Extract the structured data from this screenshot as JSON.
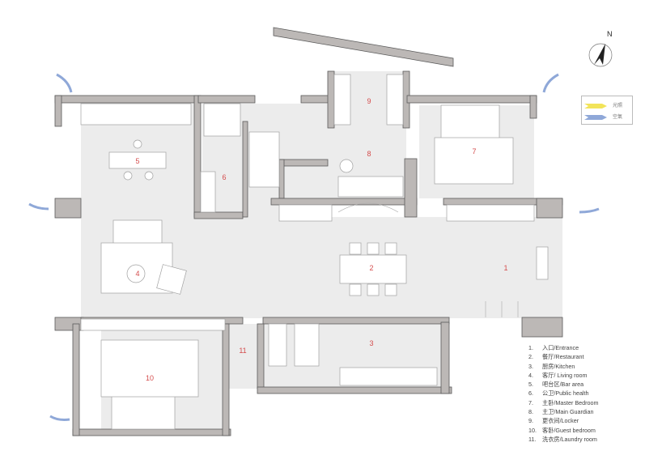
{
  "rooms": [
    {
      "num": "1"
    },
    {
      "num": "2"
    },
    {
      "num": "3"
    },
    {
      "num": "4"
    },
    {
      "num": "5"
    },
    {
      "num": "6"
    },
    {
      "num": "7"
    },
    {
      "num": "8"
    },
    {
      "num": "9"
    },
    {
      "num": "10"
    },
    {
      "num": "11"
    }
  ],
  "legend": [
    {
      "num": "1.",
      "label": "入口/Entrance"
    },
    {
      "num": "2.",
      "label": "餐厅/Restaurant"
    },
    {
      "num": "3.",
      "label": "厨房/Kitchen"
    },
    {
      "num": "4.",
      "label": "客厅/ Living room"
    },
    {
      "num": "5.",
      "label": "吧台区/Bar area"
    },
    {
      "num": "6.",
      "label": "公卫/Public health"
    },
    {
      "num": "7.",
      "label": "主卧/Master Bedroom"
    },
    {
      "num": "8.",
      "label": "主卫/Main Guardian"
    },
    {
      "num": "9.",
      "label": "更衣间/Locker"
    },
    {
      "num": "10.",
      "label": "客卧/Guest bedroom"
    },
    {
      "num": "11.",
      "label": "洗衣房/Laundry room"
    }
  ],
  "compass": {
    "label": "N"
  },
  "key": {
    "light": "光照",
    "air": "空氣"
  },
  "colors": {
    "wall": "#bcb8b6",
    "floor": "#ececec",
    "room_number": "#d44c4c",
    "light_arrow": "#f2e45a",
    "air_arrow": "#8fa8d8"
  }
}
